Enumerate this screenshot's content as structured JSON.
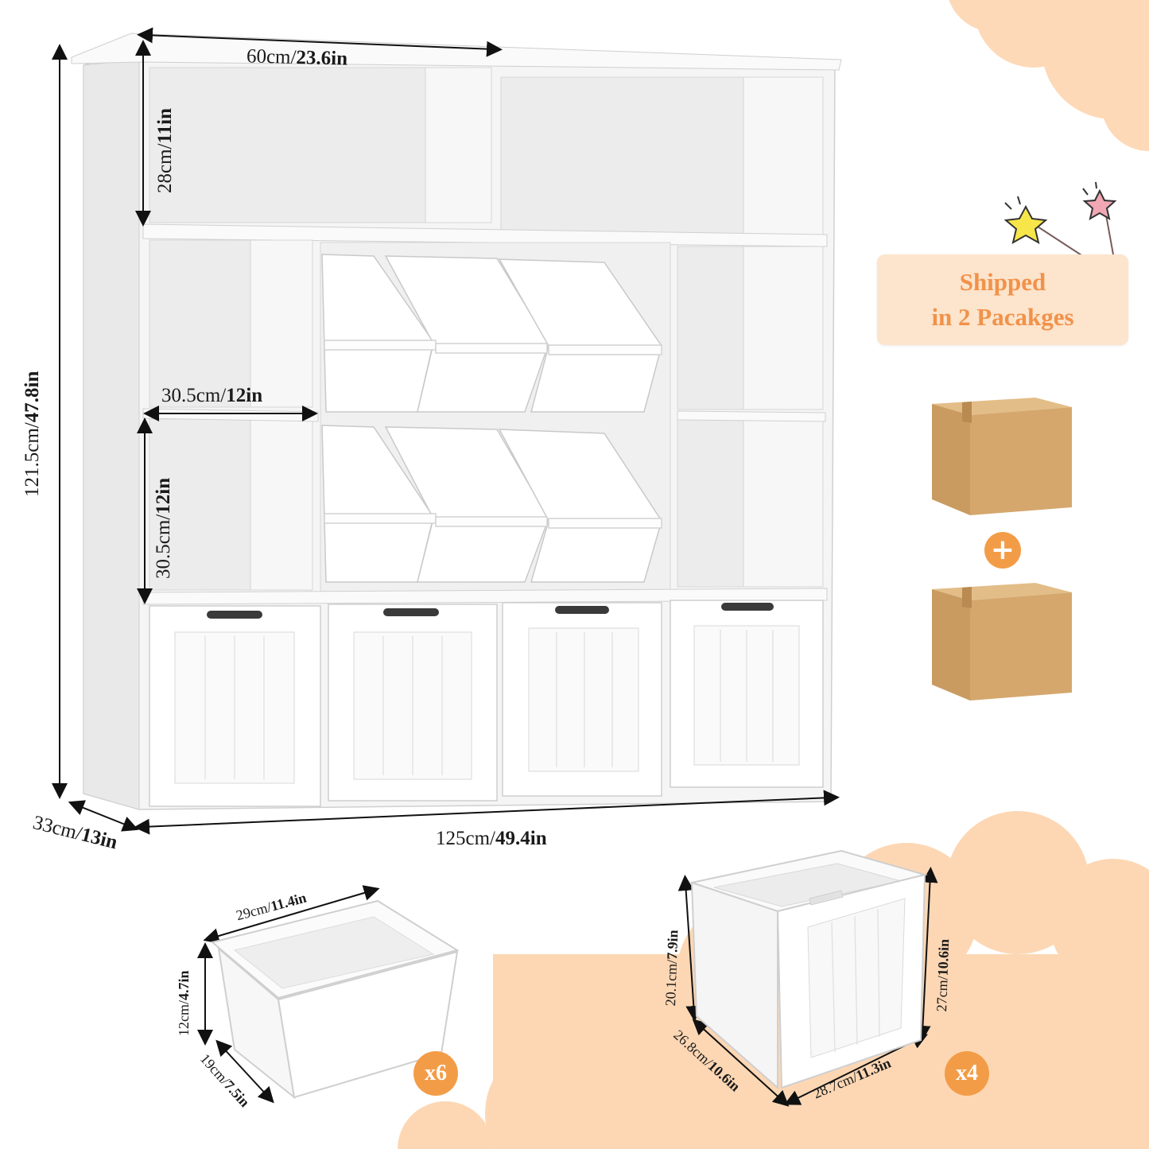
{
  "dimensions": {
    "top_width": {
      "metric": "60cm/",
      "imperial": "23.6in"
    },
    "top_height": {
      "metric": "28cm/",
      "imperial": "11in"
    },
    "total_height": {
      "metric": "121.5cm/",
      "imperial": "47.8in"
    },
    "cube_width": {
      "metric": "30.5cm/",
      "imperial": "12in"
    },
    "cube_height": {
      "metric": "30.5cm/",
      "imperial": "12in"
    },
    "depth": {
      "metric": "33cm/",
      "imperial": "13in"
    },
    "total_width": {
      "metric": "125cm/",
      "imperial": "49.4in"
    }
  },
  "shipping": {
    "line1": "Shipped",
    "line2": "in 2 Pacakges",
    "plus": "+"
  },
  "bin": {
    "length": {
      "metric": "29cm/",
      "imperial": "11.4in"
    },
    "height": {
      "metric": "12cm/",
      "imperial": "4.7in"
    },
    "width": {
      "metric": "19cm/",
      "imperial": "7.5in"
    },
    "quantity": "x6"
  },
  "drawer": {
    "front_height": {
      "metric": "20.1cm/",
      "imperial": "7.9in"
    },
    "height": {
      "metric": "27cm/",
      "imperial": "10.6in"
    },
    "depth": {
      "metric": "26.8cm/",
      "imperial": "10.6in"
    },
    "width": {
      "metric": "28.7cm/",
      "imperial": "11.3in"
    },
    "quantity": "x4"
  },
  "colors": {
    "accent": "#f39c47",
    "banner_bg": "#fde4cc",
    "banner_text": "#f1924a",
    "cloud": "#fdd7b4",
    "box": "#d5a76d"
  }
}
